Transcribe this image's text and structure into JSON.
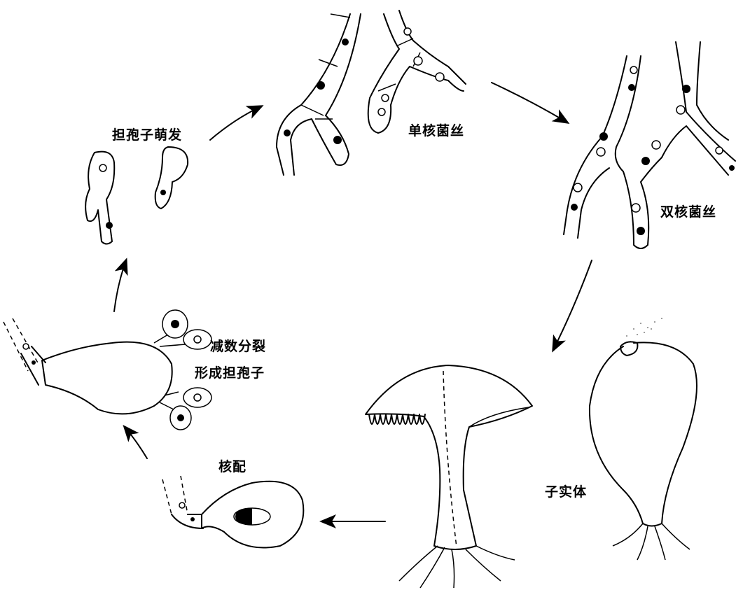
{
  "diagram": {
    "labels": {
      "spore_germination": "担孢子萌发",
      "monokaryotic_hyphae": "单核菌丝",
      "dikaryotic_hyphae": "双核菌丝",
      "fruiting_body": "子实体",
      "karyogamy": "核配",
      "meiosis": "减数分裂",
      "basidiospore_formation": "形成担孢子"
    },
    "colors": {
      "ink": "#000000",
      "background": "#ffffff"
    }
  }
}
